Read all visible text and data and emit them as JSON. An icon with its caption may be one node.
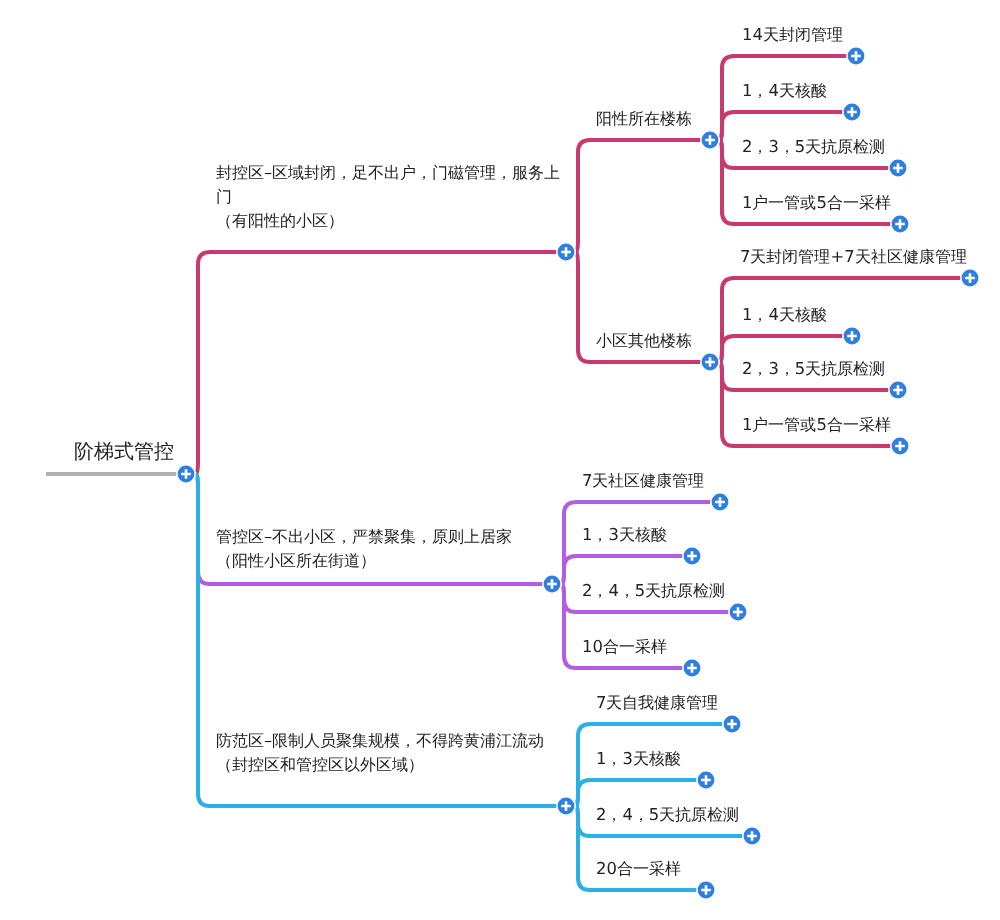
{
  "diagram": {
    "nodes": [
      {
        "text": [
          "阶梯式管控"
        ]
      },
      {
        "text": [
          "封控区–区域封闭，足不出户，门磁管理，服务上门",
          "（有阳性的小区）"
        ]
      },
      {
        "text": [
          "阳性所在楼栋"
        ]
      },
      {
        "text": [
          "14天封闭管理"
        ]
      },
      {
        "text": [
          "1，4天核酸"
        ]
      },
      {
        "text": [
          "2，3，5天抗原检测"
        ]
      },
      {
        "text": [
          "1户一管或5合一采样"
        ]
      },
      {
        "text": [
          "小区其他楼栋"
        ]
      },
      {
        "text": [
          "7天封闭管理+7天社区健康管理"
        ]
      },
      {
        "text": [
          "1，4天核酸"
        ]
      },
      {
        "text": [
          "2，3，5天抗原检测"
        ]
      },
      {
        "text": [
          "1户一管或5合一采样"
        ]
      },
      {
        "text": [
          "管控区–不出小区，严禁聚集，原则上居家",
          "（阳性小区所在街道）"
        ]
      },
      {
        "text": [
          "7天社区健康管理"
        ]
      },
      {
        "text": [
          "1，3天核酸"
        ]
      },
      {
        "text": [
          "2，4，5天抗原检测"
        ]
      },
      {
        "text": [
          "10合一采样"
        ]
      },
      {
        "text": [
          "防范区–限制人员聚集规模，不得跨黄浦江流动",
          "（封控区和管控区以外区域）"
        ]
      },
      {
        "text": [
          "7天自我健康管理"
        ]
      },
      {
        "text": [
          "1，3天核酸"
        ]
      },
      {
        "text": [
          "2，4，5天抗原检测"
        ]
      },
      {
        "text": [
          "20合一采样"
        ]
      }
    ],
    "edges": [
      {
        "from": 0,
        "to": 1,
        "arrow": "none"
      },
      {
        "from": 1,
        "to": 2,
        "arrow": "none"
      },
      {
        "from": 2,
        "to": 3,
        "arrow": "none"
      },
      {
        "from": 2,
        "to": 4,
        "arrow": "none"
      },
      {
        "from": 2,
        "to": 5,
        "arrow": "none"
      },
      {
        "from": 2,
        "to": 6,
        "arrow": "none"
      },
      {
        "from": 1,
        "to": 7,
        "arrow": "none"
      },
      {
        "from": 7,
        "to": 8,
        "arrow": "none"
      },
      {
        "from": 7,
        "to": 9,
        "arrow": "none"
      },
      {
        "from": 7,
        "to": 10,
        "arrow": "none"
      },
      {
        "from": 7,
        "to": 11,
        "arrow": "none"
      },
      {
        "from": 0,
        "to": 12,
        "arrow": "none",
        "color": "#b35ee0"
      },
      {
        "from": 12,
        "to": 13,
        "arrow": "none",
        "color": "#b35ee0"
      },
      {
        "from": 12,
        "to": 14,
        "arrow": "none",
        "color": "#b35ee0"
      },
      {
        "from": 12,
        "to": 15,
        "arrow": "none",
        "color": "#b35ee0"
      },
      {
        "from": 12,
        "to": 16,
        "arrow": "none",
        "color": "#b35ee0"
      },
      {
        "from": 0,
        "to": 17,
        "arrow": "none",
        "color": "#2bb0e6"
      },
      {
        "from": 17,
        "to": 18,
        "arrow": "none",
        "color": "#2bb0e6"
      },
      {
        "from": 17,
        "to": 19,
        "arrow": "none",
        "color": "#2bb0e6"
      },
      {
        "from": 17,
        "to": 20,
        "arrow": "none",
        "color": "#2bb0e6"
      },
      {
        "from": 17,
        "to": 21,
        "arrow": "none",
        "color": "#2bb0e6"
      }
    ]
  }
}
